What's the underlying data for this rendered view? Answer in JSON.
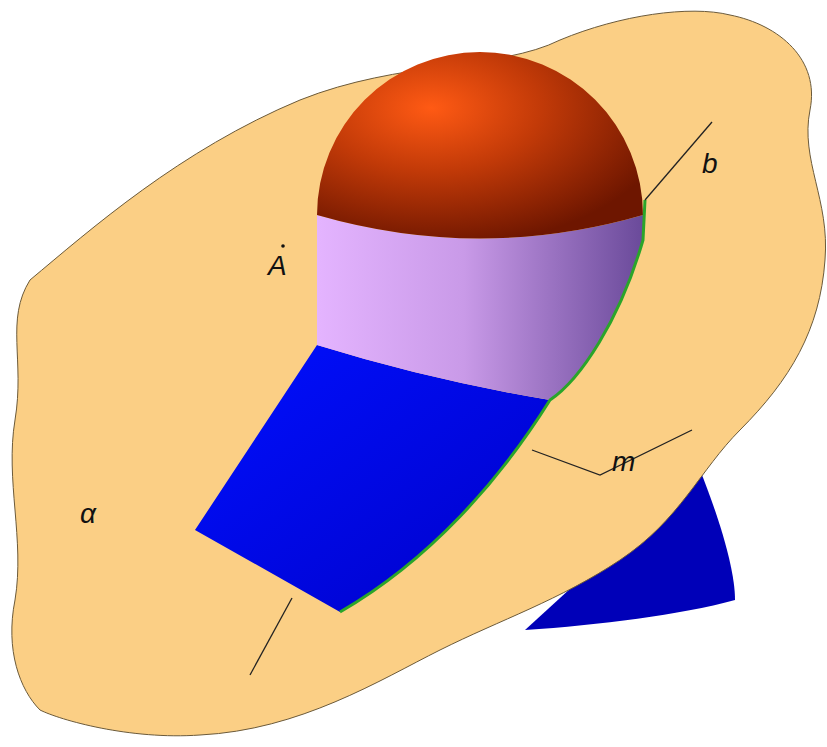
{
  "diagram": {
    "labels": [
      "A",
      "b",
      "m",
      "α"
    ]
  }
}
